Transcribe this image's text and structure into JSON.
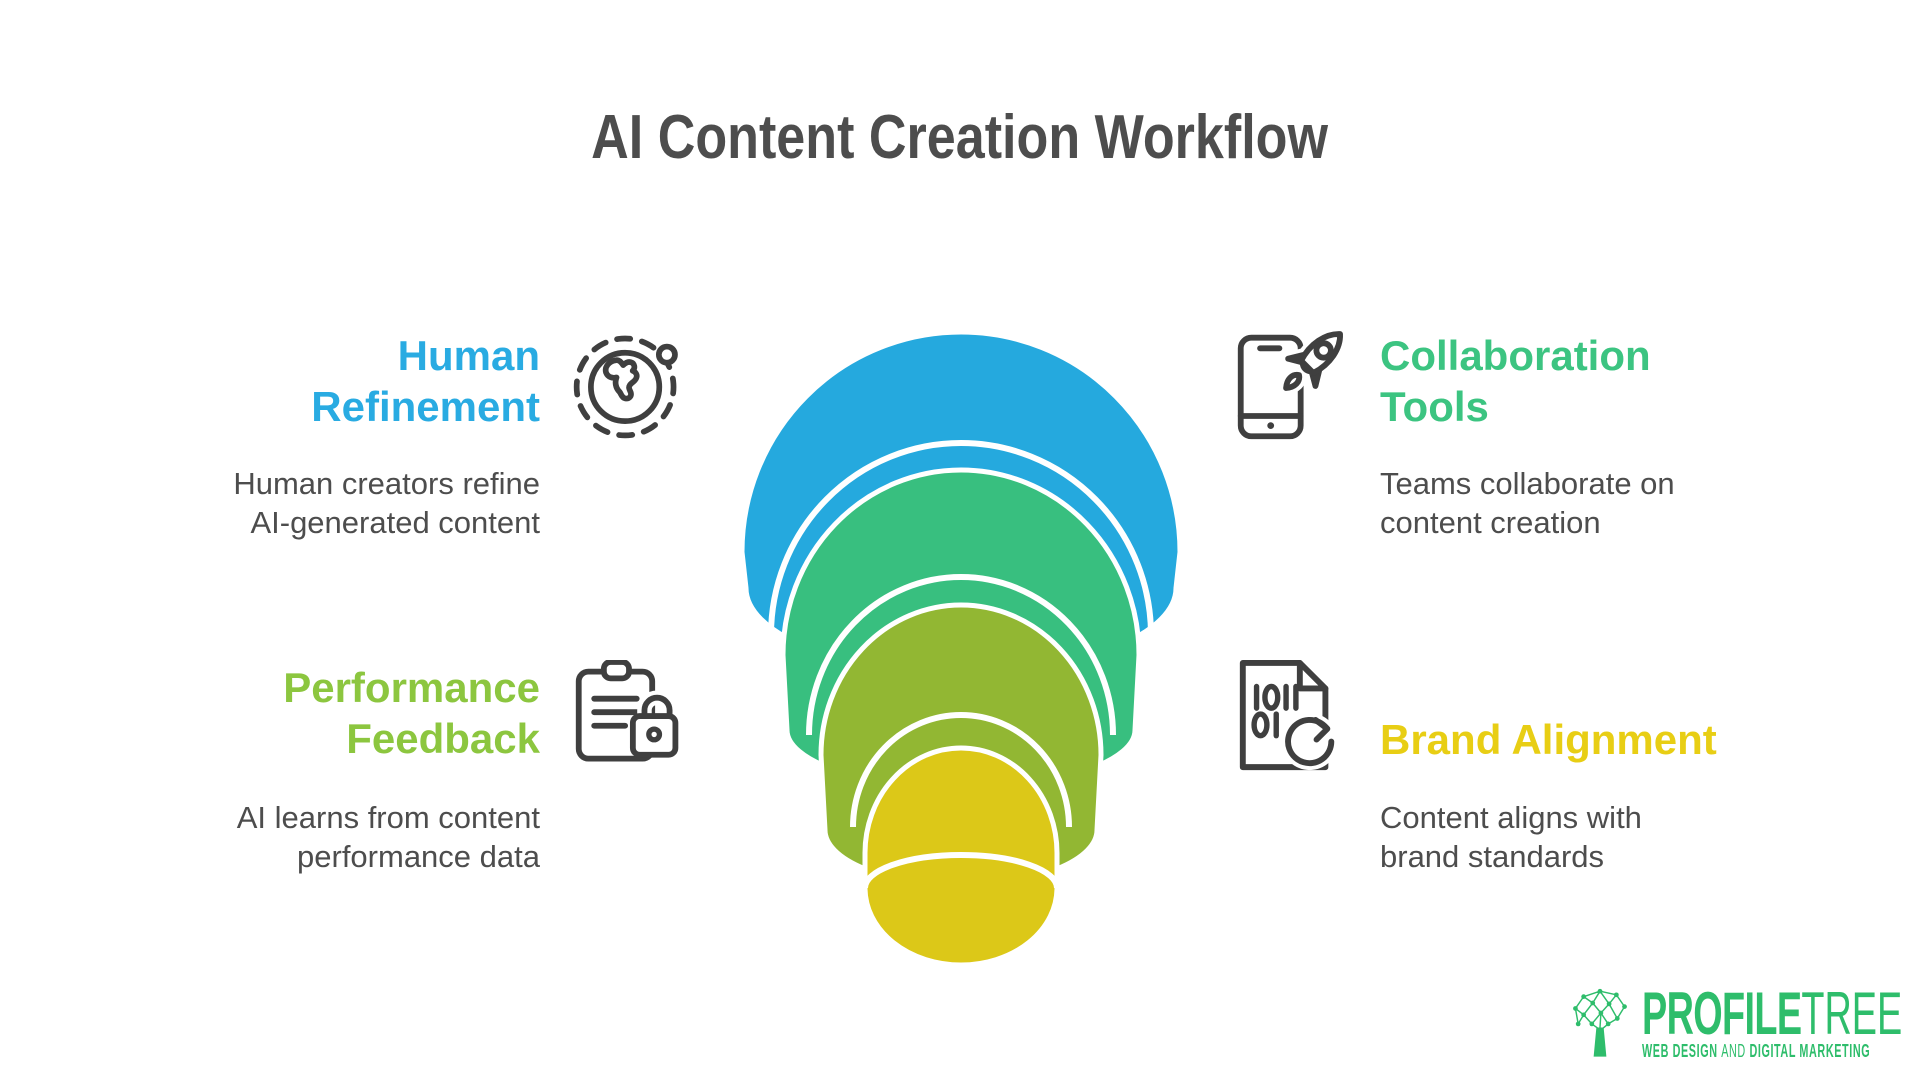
{
  "palette": {
    "text_dark": "#4D4D4D",
    "icon": "#3F3F3F",
    "background": "#FFFFFF"
  },
  "title": {
    "text": "AI Content Creation Workflow",
    "color": "#4D4D4D"
  },
  "sections": [
    {
      "id": "human-refinement",
      "heading_lines": [
        "Human",
        "Refinement"
      ],
      "color": "#29ABE2",
      "desc_lines": [
        "Human creators refine",
        "AI-generated content"
      ],
      "icon": "globe-orbit-icon"
    },
    {
      "id": "collaboration-tools",
      "heading_lines": [
        "Collaboration",
        "Tools"
      ],
      "color": "#3CC481",
      "desc_lines": [
        "Teams collaborate on",
        "content creation"
      ],
      "icon": "phone-rocket-icon"
    },
    {
      "id": "performance-feedback",
      "heading_lines": [
        "Performance",
        "Feedback"
      ],
      "color": "#8CC63F",
      "desc_lines": [
        "AI learns from content",
        "performance data"
      ],
      "icon": "clipboard-lock-icon"
    },
    {
      "id": "brand-alignment",
      "heading_lines": [
        "Brand Alignment"
      ],
      "color": "#E8CE14",
      "desc_lines": [
        "Content aligns with",
        "brand standards"
      ],
      "icon": "binary-doc-refresh-icon"
    }
  ],
  "funnel": {
    "levels": [
      {
        "name": "human-refinement",
        "color": "#25A9DE"
      },
      {
        "name": "collaboration-tools",
        "color": "#38BF7F"
      },
      {
        "name": "performance-feedback",
        "color": "#92B733"
      },
      {
        "name": "brand-alignment",
        "color": "#DCC818"
      }
    ]
  },
  "logo": {
    "brand_bold": "PROFILE",
    "brand_light": "TREE",
    "tagline_bold_1": "WEB DESIGN",
    "tagline_light": "AND",
    "tagline_bold_2": "DIGITAL MARKETING",
    "color": "#2EBD6B"
  }
}
